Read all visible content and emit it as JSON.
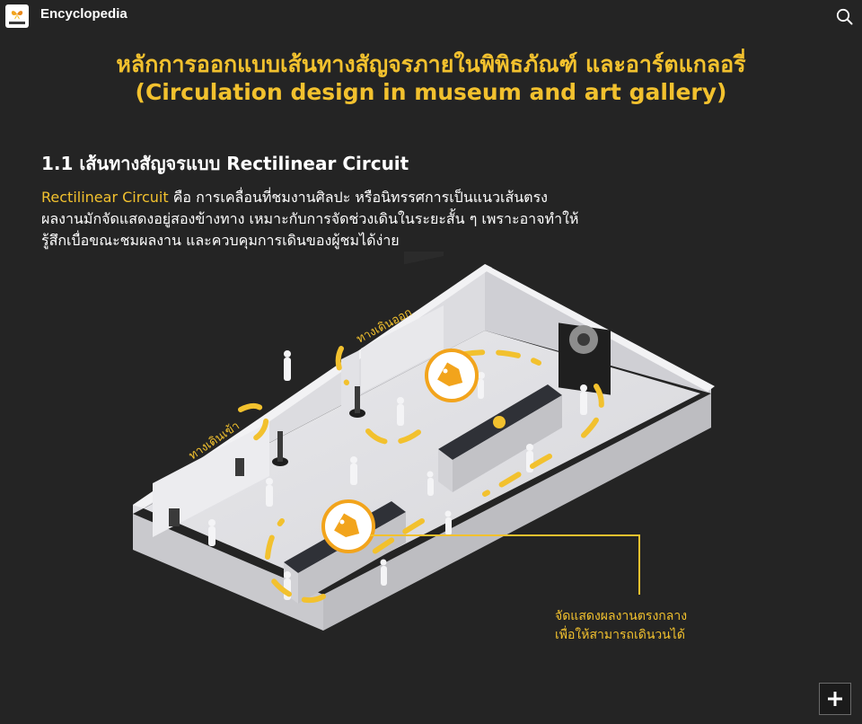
{
  "header": {
    "app_title": "Encyclopedia",
    "logo_icon": "butterfly-logo-icon",
    "search_icon": "search-icon"
  },
  "slide": {
    "title_th": "หลักการออกแบบเส้นทางสัญจรภายในพิพิธภัณฑ์ และอาร์ตแกลอรี่",
    "title_en": "(Circulation design in museum and art gallery)",
    "section_heading": "1.1 เส้นทางสัญจรแบบ Rectilinear Circuit",
    "description": {
      "term": "Rectilinear Circuit",
      "line1_rest": " คือ การเคลื่อนที่ชมงานศิลปะ หรือนิทรรศการเป็นแนวเส้นตรง",
      "line2": "ผลงานมักจัดแสดงอยู่สองข้างทาง เหมาะกับการจัดช่วงเดินในระยะสั้น ๆ เพราะอาจทำให้",
      "line3": "รู้สึกเบื่อขณะชมผลงาน และควบคุมการเดินของผู้ชมได้ง่าย"
    },
    "labels": {
      "entrance": "ทางเดินเข้า",
      "exit": "ทางเดินออก",
      "callout_line1": "จัดแสดงผลงานตรงกลาง",
      "callout_line2": "เพื่อให้สามารถเดินวนได้"
    },
    "accent_color": "#f2c12e",
    "background_color": "#242424"
  },
  "controls": {
    "expand_icon": "plus-icon"
  }
}
